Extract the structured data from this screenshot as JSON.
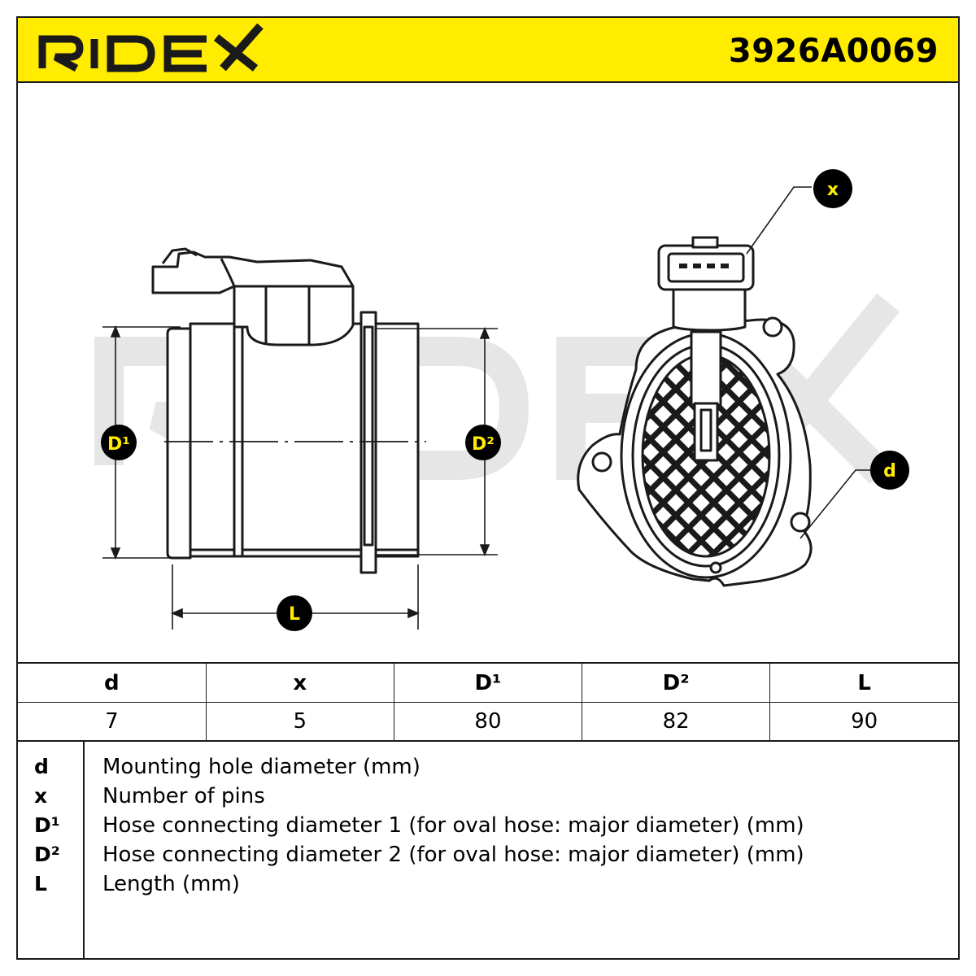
{
  "header": {
    "brand": "RIDEX",
    "part_number": "3926A0069"
  },
  "callouts": {
    "d1": "D¹",
    "d2": "D²",
    "l": "L",
    "x": "x",
    "d": "d"
  },
  "table": {
    "headers": [
      "d",
      "x",
      "D¹",
      "D²",
      "L"
    ],
    "values": [
      "7",
      "5",
      "80",
      "82",
      "90"
    ]
  },
  "legend": [
    {
      "symbol": "d",
      "description": "Mounting hole diameter (mm)"
    },
    {
      "symbol": "x",
      "description": "Number of pins"
    },
    {
      "symbol": "D¹",
      "description": "Hose connecting diameter 1 (for oval hose: major diameter) (mm)"
    },
    {
      "symbol": "D²",
      "description": "Hose connecting diameter 2 (for oval hose: major diameter) (mm)"
    },
    {
      "symbol": "L",
      "description": "Length (mm)"
    }
  ],
  "colors": {
    "header_bg": "#ffec00",
    "callout_bg": "#000000",
    "callout_text": "#ffec00",
    "line": "#1a1a1a",
    "watermark": "#e6e6e6"
  }
}
